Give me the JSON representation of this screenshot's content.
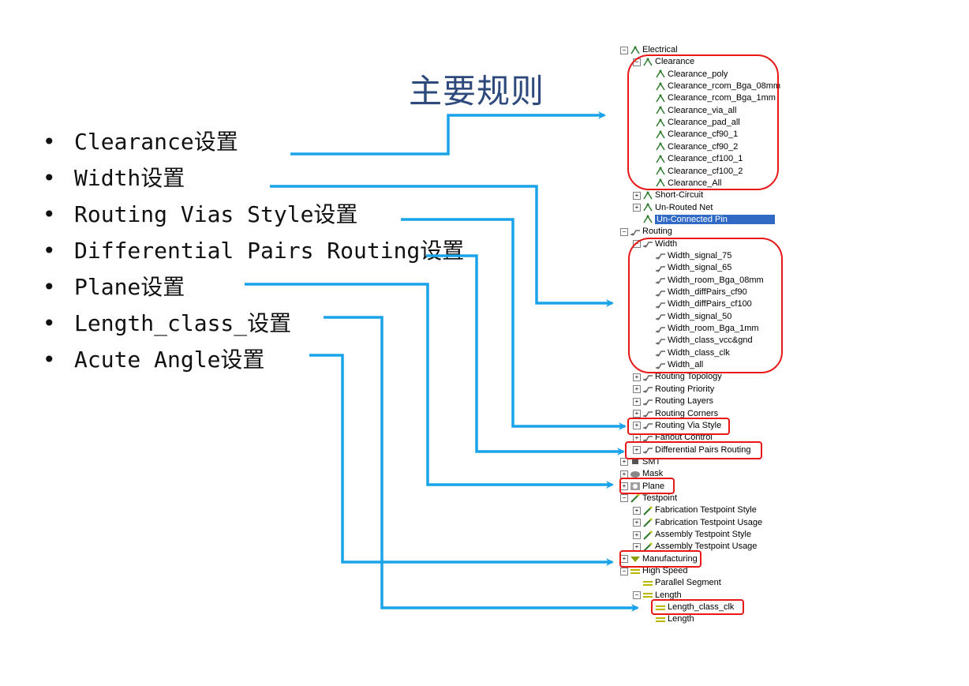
{
  "title": "主要规则",
  "bullets": [
    {
      "text": "Clearance设置"
    },
    {
      "text": "Width设置"
    },
    {
      "text": "Routing Vias  Style设置"
    },
    {
      "text": "Differential Pairs Routing设置"
    },
    {
      "text": "Plane设置"
    },
    {
      "text": "Length_class_设置"
    },
    {
      "text": "Acute Angle设置"
    }
  ],
  "tree": [
    {
      "label": "Electrical",
      "expander": "−",
      "icon": "electrical-icon",
      "icon_color": "#2a7a2a"
    },
    {
      "label": "Clearance",
      "expander": "−",
      "icon": "electrical-icon",
      "icon_color": "#2a7a2a"
    },
    {
      "label": "Clearance_poly",
      "expander": "",
      "icon": "rule-icon",
      "icon_color": "#2a7a2a"
    },
    {
      "label": "Clearance_rcom_Bga_08mm",
      "expander": "",
      "icon": "rule-icon",
      "icon_color": "#2a7a2a"
    },
    {
      "label": "Clearance_rcom_Bga_1mm",
      "expander": "",
      "icon": "rule-icon",
      "icon_color": "#2a7a2a"
    },
    {
      "label": "Clearance_via_all",
      "expander": "",
      "icon": "rule-icon",
      "icon_color": "#2a7a2a"
    },
    {
      "label": "Clearance_pad_all",
      "expander": "",
      "icon": "rule-icon",
      "icon_color": "#2a7a2a"
    },
    {
      "label": "Clearance_cf90_1",
      "expander": "",
      "icon": "rule-icon",
      "icon_color": "#2a7a2a"
    },
    {
      "label": "Clearance_cf90_2",
      "expander": "",
      "icon": "rule-icon",
      "icon_color": "#2a7a2a"
    },
    {
      "label": "Clearance_cf100_1",
      "expander": "",
      "icon": "rule-icon",
      "icon_color": "#2a7a2a"
    },
    {
      "label": "Clearance_cf100_2",
      "expander": "",
      "icon": "rule-icon",
      "icon_color": "#2a7a2a"
    },
    {
      "label": "Clearance_All",
      "expander": "",
      "icon": "rule-icon",
      "icon_color": "#2a7a2a"
    },
    {
      "label": "Short-Circuit",
      "expander": "+",
      "icon": "electrical-icon",
      "icon_color": "#2a7a2a"
    },
    {
      "label": "Un-Routed Net",
      "expander": "+",
      "icon": "electrical-icon",
      "icon_color": "#2a7a2a"
    },
    {
      "label": "Un-Connected Pin",
      "expander": "",
      "icon": "electrical-icon",
      "icon_color": "#2a7a2a",
      "selected": true
    },
    {
      "label": "Routing",
      "expander": "−",
      "icon": "routing-icon",
      "icon_color": "#666666"
    },
    {
      "label": "Width",
      "expander": "−",
      "icon": "routing-icon",
      "icon_color": "#666666"
    },
    {
      "label": "Width_signal_75",
      "expander": "",
      "icon": "routing-icon",
      "icon_color": "#666666"
    },
    {
      "label": "Width_signal_65",
      "expander": "",
      "icon": "routing-icon",
      "icon_color": "#666666"
    },
    {
      "label": "Width_room_Bga_08mm",
      "expander": "",
      "icon": "routing-icon",
      "icon_color": "#666666"
    },
    {
      "label": "Width_diffPairs_cf90",
      "expander": "",
      "icon": "routing-icon",
      "icon_color": "#666666"
    },
    {
      "label": "Width_diffPairs_cf100",
      "expander": "",
      "icon": "routing-icon",
      "icon_color": "#666666"
    },
    {
      "label": "Width_signal_50",
      "expander": "",
      "icon": "routing-icon",
      "icon_color": "#666666"
    },
    {
      "label": "Width_room_Bga_1mm",
      "expander": "",
      "icon": "routing-icon",
      "icon_color": "#666666"
    },
    {
      "label": "Width_class_vcc&gnd",
      "expander": "",
      "icon": "routing-icon",
      "icon_color": "#666666"
    },
    {
      "label": "Width_class_clk",
      "expander": "",
      "icon": "routing-icon",
      "icon_color": "#666666"
    },
    {
      "label": "Width_all",
      "expander": "",
      "icon": "routing-icon",
      "icon_color": "#666666"
    },
    {
      "label": "Routing Topology",
      "expander": "+",
      "icon": "routing-icon",
      "icon_color": "#666666"
    },
    {
      "label": "Routing Priority",
      "expander": "+",
      "icon": "routing-icon",
      "icon_color": "#666666"
    },
    {
      "label": "Routing Layers",
      "expander": "+",
      "icon": "routing-icon",
      "icon_color": "#666666"
    },
    {
      "label": "Routing Corners",
      "expander": "+",
      "icon": "routing-icon",
      "icon_color": "#666666"
    },
    {
      "label": "Routing Via Style",
      "expander": "+",
      "icon": "routing-icon",
      "icon_color": "#666666"
    },
    {
      "label": "Fanout Control",
      "expander": "+",
      "icon": "routing-icon",
      "icon_color": "#666666"
    },
    {
      "label": "Differential Pairs Routing",
      "expander": "+",
      "icon": "routing-icon",
      "icon_color": "#666666"
    },
    {
      "label": "SMT",
      "expander": "+",
      "icon": "smt-icon",
      "icon_color": "#555555"
    },
    {
      "label": "Mask",
      "expander": "+",
      "icon": "mask-icon",
      "icon_color": "#888888"
    },
    {
      "label": "Plane",
      "expander": "+",
      "icon": "plane-icon",
      "icon_color": "#a0a0a0"
    },
    {
      "label": "Testpoint",
      "expander": "−",
      "icon": "testpoint-icon",
      "icon_color": "#2a7a2a"
    },
    {
      "label": "Fabrication Testpoint Style",
      "expander": "+",
      "icon": "testpoint-icon",
      "icon_color": "#2a7a2a"
    },
    {
      "label": "Fabrication Testpoint Usage",
      "expander": "+",
      "icon": "testpoint-icon",
      "icon_color": "#2a7a2a"
    },
    {
      "label": "Assembly Testpoint Style",
      "expander": "+",
      "icon": "testpoint-icon",
      "icon_color": "#2a7a2a"
    },
    {
      "label": "Assembly Testpoint Usage",
      "expander": "+",
      "icon": "testpoint-icon",
      "icon_color": "#2a7a2a"
    },
    {
      "label": "Manufacturing",
      "expander": "+",
      "icon": "manufacturing-icon",
      "icon_color": "#8aa000"
    },
    {
      "label": "High Speed",
      "expander": "−",
      "icon": "highspeed-icon",
      "icon_color": "#b8b800"
    },
    {
      "label": "Parallel Segment",
      "expander": "",
      "icon": "highspeed-icon",
      "icon_color": "#b8b800"
    },
    {
      "label": "Length",
      "expander": "−",
      "icon": "highspeed-icon",
      "icon_color": "#b8b800"
    },
    {
      "label": "Length_class_clk",
      "expander": "",
      "icon": "highspeed-icon",
      "icon_color": "#b8b800"
    },
    {
      "label": "Length",
      "expander": "",
      "icon": "highspeed-icon",
      "icon_color": "#b8b800"
    }
  ],
  "colors": {
    "arrow": "#1aa3e8",
    "highlight": "#e81818",
    "selection": "#316ac5",
    "title": "#2e4a7d"
  }
}
